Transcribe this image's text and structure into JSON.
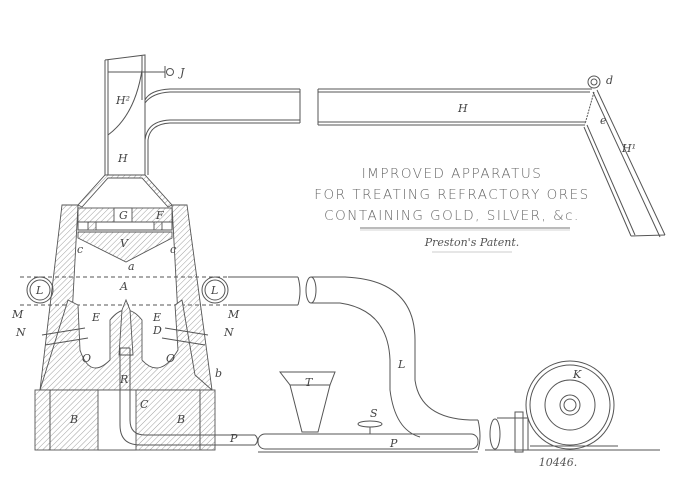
{
  "title": {
    "lines": [
      "IMPROVED  APPARATUS",
      "FOR TREATING  REFRACTORY ORES",
      "CONTAINING  GOLD, SILVER, &c."
    ],
    "patent": "Preston's Patent."
  },
  "labels": {
    "J": "J",
    "H2": "H²",
    "H": "H",
    "H_pipe": "H",
    "d": "d",
    "e": "e",
    "H1": "H¹",
    "G": "G",
    "F": "F",
    "V": "V",
    "c_left": "c",
    "c_right": "c",
    "a": "a",
    "A": "A",
    "L_left": "L",
    "L_right": "L",
    "M_left": "M",
    "M_right": "M",
    "N_left": "N",
    "N_right": "N",
    "E_left": "E",
    "E_right": "E",
    "D": "D",
    "O_left": "O",
    "O_right": "O",
    "b": "b",
    "R": "R",
    "C": "C",
    "B_left": "B",
    "B_right": "B",
    "P_left": "P",
    "T": "T",
    "S": "S",
    "P_right": "P",
    "L_pipe": "L",
    "K": "K"
  },
  "drawing_number": "10446."
}
